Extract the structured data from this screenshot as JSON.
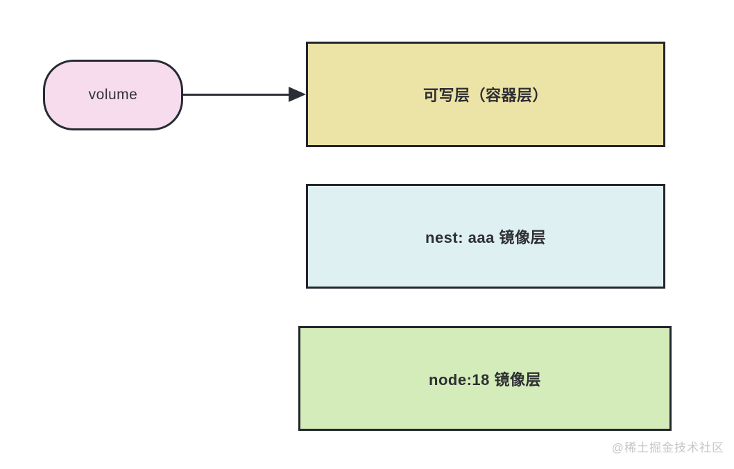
{
  "diagram": {
    "volume": {
      "label": "volume",
      "fill": "#f6dcec"
    },
    "layers": [
      {
        "name": "writable-container-layer",
        "label": "可写层（容器层）",
        "fill": "#ece3a6"
      },
      {
        "name": "nest-image-layer",
        "label": "nest: aaa 镜像层",
        "fill": "#dff0f2"
      },
      {
        "name": "node-image-layer",
        "label": "node:18 镜像层",
        "fill": "#d3ecba"
      }
    ],
    "colors": {
      "stroke": "#262a33",
      "arrow": "#2b2e36",
      "watermark": "#c7c7c7"
    },
    "watermark": "@稀土掘金技术社区"
  }
}
